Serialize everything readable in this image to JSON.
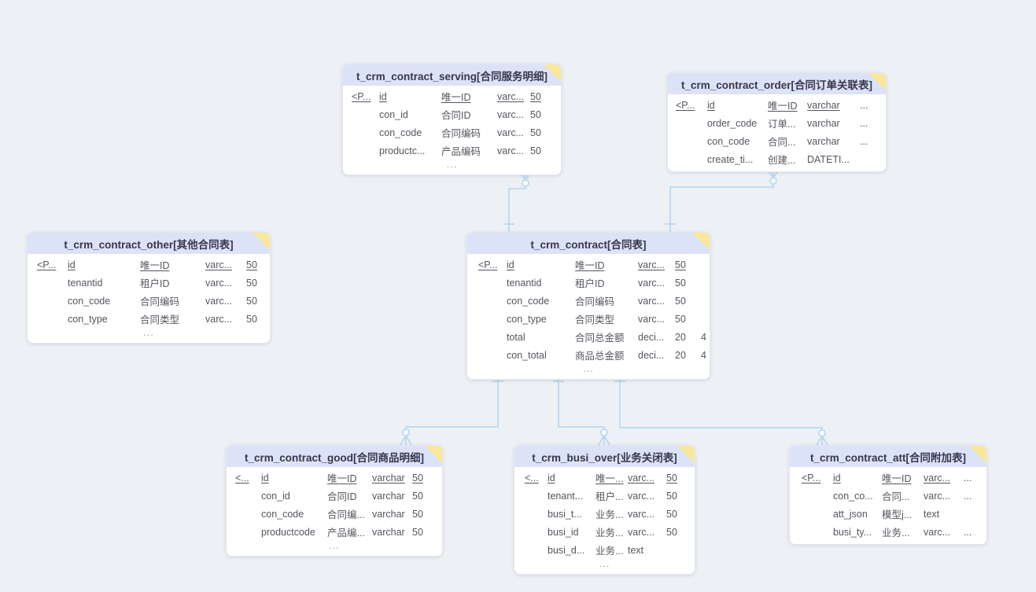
{
  "diagram": {
    "type": "entity-relationship",
    "colors": {
      "canvas_background": "#edf0f4",
      "table_header": "#dce3f8",
      "fold_corner": "#f9e89c",
      "relationship_line": "#b8d9f2",
      "title_text": "#363650",
      "field_text": "#55555f"
    }
  },
  "tables": [
    {
      "title": "t_crm_contract_serving[合同服务明细]",
      "rows": [
        {
          "pk": "<P...",
          "name": "id",
          "comment": "唯一ID",
          "type": "varc...",
          "len": "50",
          "scale": ""
        },
        {
          "pk": "",
          "name": "con_id",
          "comment": "合同ID",
          "type": "varc...",
          "len": "50",
          "scale": ""
        },
        {
          "pk": "",
          "name": "con_code",
          "comment": "合同编码",
          "type": "varc...",
          "len": "50",
          "scale": ""
        },
        {
          "pk": "",
          "name": "productc...",
          "comment": "产品编码",
          "type": "varc...",
          "len": "50",
          "scale": ""
        }
      ],
      "more": "..."
    },
    {
      "title": "t_crm_contract_order[合同订单关联表]",
      "rows": [
        {
          "pk": "<P...",
          "name": "id",
          "comment": "唯一ID",
          "type": "varchar",
          "len": "...",
          "scale": ""
        },
        {
          "pk": "",
          "name": "order_code",
          "comment": "订单...",
          "type": "varchar",
          "len": "...",
          "scale": ""
        },
        {
          "pk": "",
          "name": "con_code",
          "comment": "合同...",
          "type": "varchar",
          "len": "...",
          "scale": ""
        },
        {
          "pk": "",
          "name": "create_ti...",
          "comment": "创建...",
          "type": "DATETI...",
          "len": "",
          "scale": ""
        }
      ]
    },
    {
      "title": "t_crm_contract_other[其他合同表]",
      "rows": [
        {
          "pk": "<P...",
          "name": "id",
          "comment": "唯一ID",
          "type": "varc...",
          "len": "50",
          "scale": ""
        },
        {
          "pk": "",
          "name": "tenantid",
          "comment": "租户ID",
          "type": "varc...",
          "len": "50",
          "scale": ""
        },
        {
          "pk": "",
          "name": "con_code",
          "comment": "合同编码",
          "type": "varc...",
          "len": "50",
          "scale": ""
        },
        {
          "pk": "",
          "name": "con_type",
          "comment": "合同类型",
          "type": "varc...",
          "len": "50",
          "scale": ""
        }
      ],
      "more": "..."
    },
    {
      "title": "t_crm_contract[合同表]",
      "rows": [
        {
          "pk": "<P...",
          "name": "id",
          "comment": "唯一ID",
          "type": "varc...",
          "len": "50",
          "scale": ""
        },
        {
          "pk": "",
          "name": "tenantid",
          "comment": "租户ID",
          "type": "varc...",
          "len": "50",
          "scale": ""
        },
        {
          "pk": "",
          "name": "con_code",
          "comment": "合同编码",
          "type": "varc...",
          "len": "50",
          "scale": ""
        },
        {
          "pk": "",
          "name": "con_type",
          "comment": "合同类型",
          "type": "varc...",
          "len": "50",
          "scale": ""
        },
        {
          "pk": "",
          "name": "total",
          "comment": "合同总金额",
          "type": "deci...",
          "len": "20",
          "scale": "4"
        },
        {
          "pk": "",
          "name": "con_total",
          "comment": "商品总金额",
          "type": "deci...",
          "len": "20",
          "scale": "4"
        }
      ],
      "more": "..."
    },
    {
      "title": "t_crm_contract_good[合同商品明细]",
      "rows": [
        {
          "pk": "<...",
          "name": "id",
          "comment": "唯一ID",
          "type": "varchar",
          "len": "50",
          "scale": ""
        },
        {
          "pk": "",
          "name": "con_id",
          "comment": "合同ID",
          "type": "varchar",
          "len": "50",
          "scale": ""
        },
        {
          "pk": "",
          "name": "con_code",
          "comment": "合同编...",
          "type": "varchar",
          "len": "50",
          "scale": ""
        },
        {
          "pk": "",
          "name": "productcode",
          "comment": "产品编...",
          "type": "varchar",
          "len": "50",
          "scale": ""
        }
      ],
      "more": "..."
    },
    {
      "title": "t_crm_busi_over[业务关闭表]",
      "rows": [
        {
          "pk": "<...",
          "name": "id",
          "comment": "唯一...",
          "type": "varc...",
          "len": "50",
          "scale": ""
        },
        {
          "pk": "",
          "name": "tenant...",
          "comment": "租户...",
          "type": "varc...",
          "len": "50",
          "scale": ""
        },
        {
          "pk": "",
          "name": "busi_t...",
          "comment": "业务...",
          "type": "varc...",
          "len": "50",
          "scale": ""
        },
        {
          "pk": "",
          "name": "busi_id",
          "comment": "业务...",
          "type": "varc...",
          "len": "50",
          "scale": ""
        },
        {
          "pk": "",
          "name": "busi_d...",
          "comment": "业务...",
          "type": "text",
          "len": "",
          "scale": ""
        }
      ],
      "more": "..."
    },
    {
      "title": "t_crm_contract_att[合同附加表]",
      "rows": [
        {
          "pk": "<P...",
          "name": "id",
          "comment": "唯一ID",
          "type": "varc...",
          "len": "...",
          "scale": ""
        },
        {
          "pk": "",
          "name": "con_co...",
          "comment": "合同...",
          "type": "varc...",
          "len": "...",
          "scale": ""
        },
        {
          "pk": "",
          "name": "att_json",
          "comment": "模型j...",
          "type": "text",
          "len": "",
          "scale": ""
        },
        {
          "pk": "",
          "name": "busi_ty...",
          "comment": "业务...",
          "type": "varc...",
          "len": "...",
          "scale": ""
        }
      ]
    }
  ],
  "relationships": [
    {
      "many_side": "t_crm_contract_serving",
      "one_side": "t_crm_contract",
      "many_symbol": "zero-or-many",
      "one_symbol": "one"
    },
    {
      "many_side": "t_crm_contract_order",
      "one_side": "t_crm_contract",
      "many_symbol": "zero-or-many",
      "one_symbol": "one"
    },
    {
      "many_side": "t_crm_contract_good",
      "one_side": "t_crm_contract",
      "many_symbol": "zero-or-many",
      "one_symbol": "one"
    },
    {
      "many_side": "t_crm_busi_over",
      "one_side": "t_crm_contract",
      "many_symbol": "zero-or-many",
      "one_symbol": "one"
    },
    {
      "many_side": "t_crm_contract_att",
      "one_side": "t_crm_contract",
      "many_symbol": "zero-or-many",
      "one_symbol": "one"
    }
  ]
}
